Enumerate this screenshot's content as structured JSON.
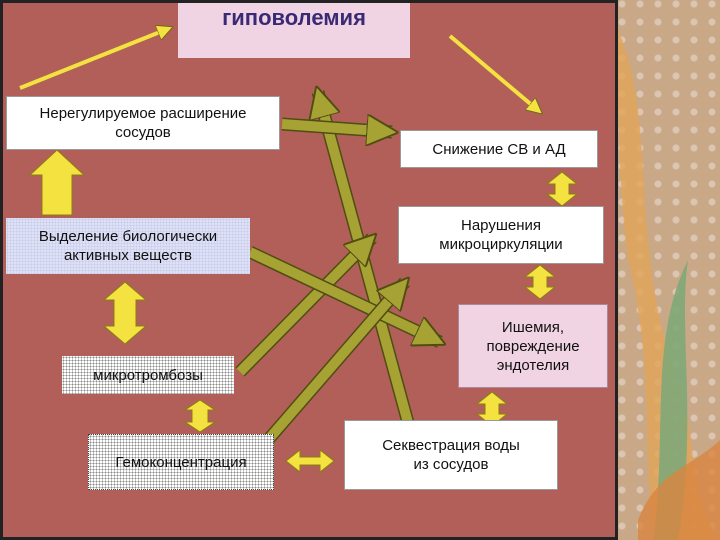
{
  "title": "гиповолемия",
  "boxes": {
    "vasodilation": "Нерегулируемое расширение\nсосудов",
    "cardiac_output": "Снижение СВ и АД",
    "bioactive": "Выделение биологически\nактивных веществ",
    "microcirculation": "Нарушения\nмикроциркуляции",
    "ischemia": "Ишемия,\nповреждение\nэндотелия",
    "microthrombosis": "микротромбозы",
    "hemoconcentration": "Гемоконцентрация",
    "sequestration": "Секвестрация воды\nиз сосудов"
  },
  "colors": {
    "background": "#b15f58",
    "arrow_yellow": "#f3e23f",
    "arrow_olive": "#a6a233",
    "title_text": "#3a2a75"
  }
}
